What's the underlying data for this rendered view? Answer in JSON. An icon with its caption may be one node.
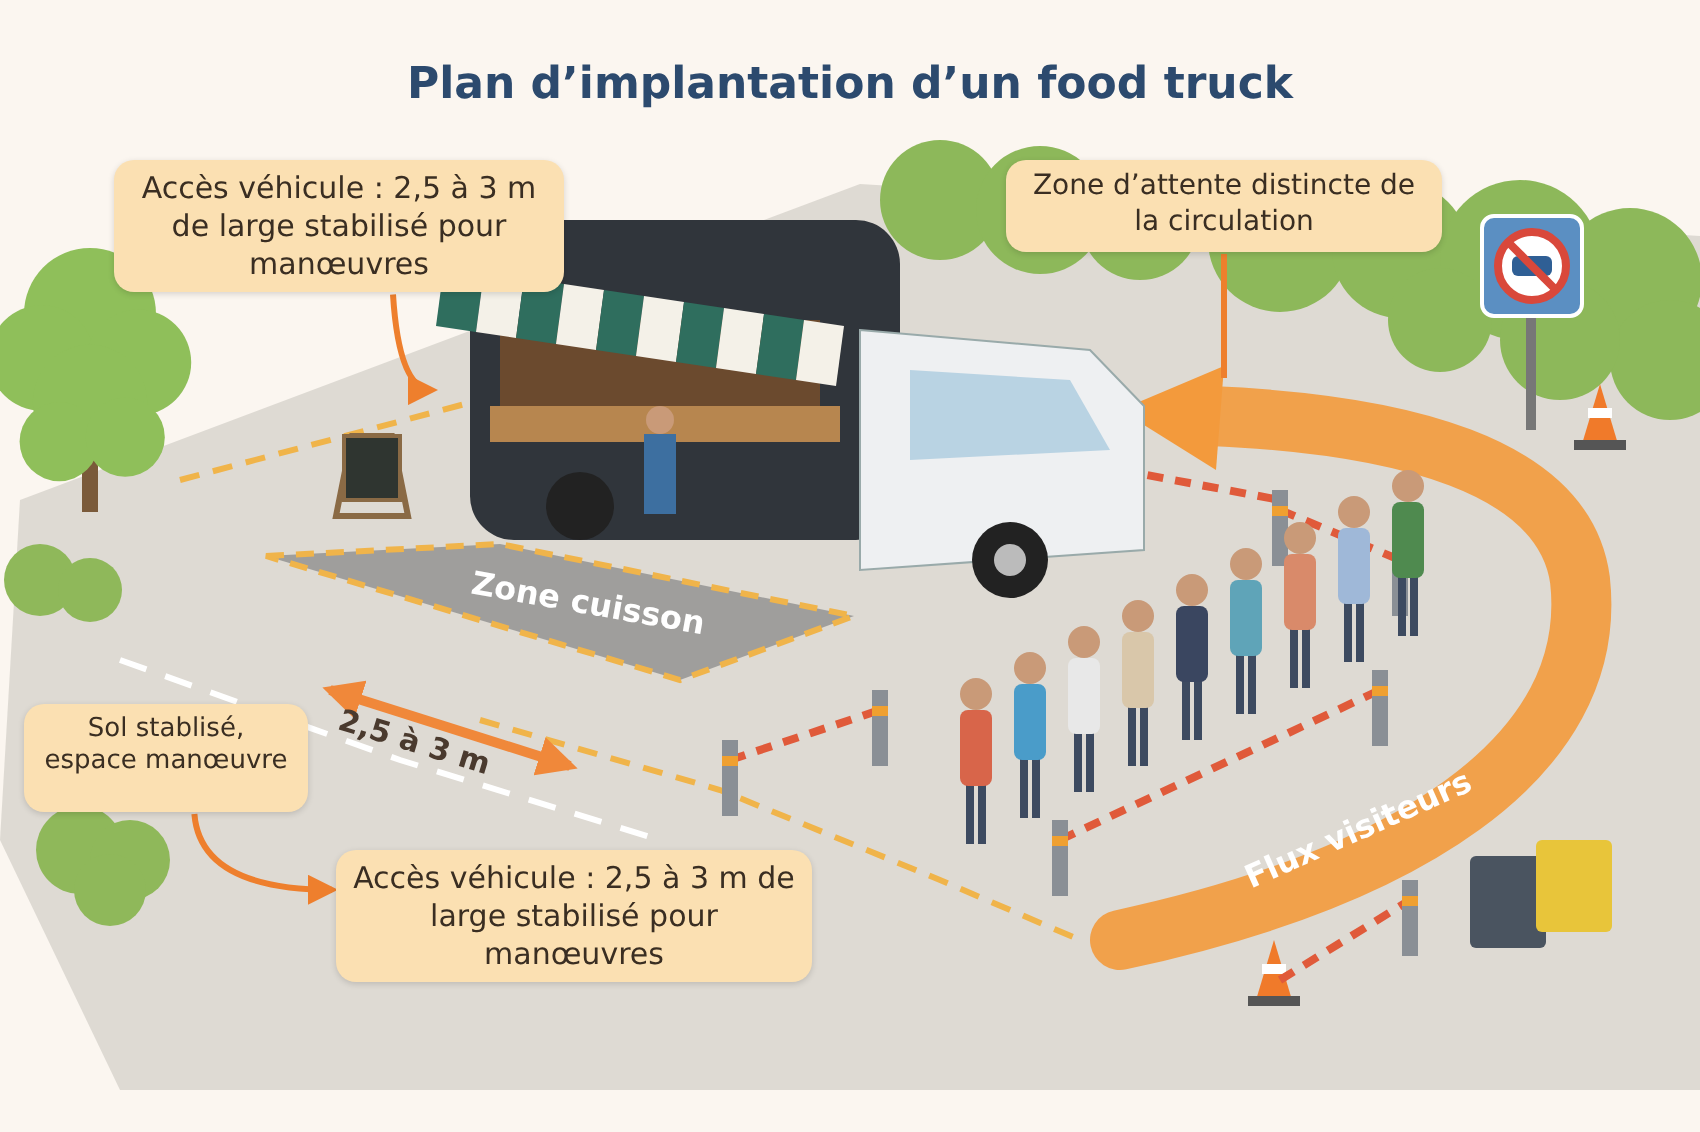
{
  "diagram": {
    "title": "Plan d’implantation d’un food truck",
    "nodes": [
      {
        "text": [
          "Accès véhicule : 2,5 à 3 m de large stabilisé pour manœuvres"
        ]
      },
      {
        "text": [],
        "shape": "picture"
      },
      {
        "text": [
          "Zone d’attente distincte de la circulation"
        ]
      },
      {
        "text": [
          "Zone cuisson"
        ]
      },
      {
        "text": [
          "Sol stablisé, espace manœuvre"
        ]
      },
      {
        "text": [
          "Accès véhicule : 2,5 à 3 m de large stabilisé pour manœuvres"
        ]
      }
    ],
    "edges": [
      {
        "from": 0,
        "to": 1,
        "arrow": "to"
      },
      {
        "from": 2,
        "to": null,
        "arrow": "none"
      },
      {
        "from": 4,
        "to": 5,
        "arrow": "to"
      }
    ],
    "labels": [
      "2,5 à 3 m",
      "Flux visiteurs"
    ]
  }
}
